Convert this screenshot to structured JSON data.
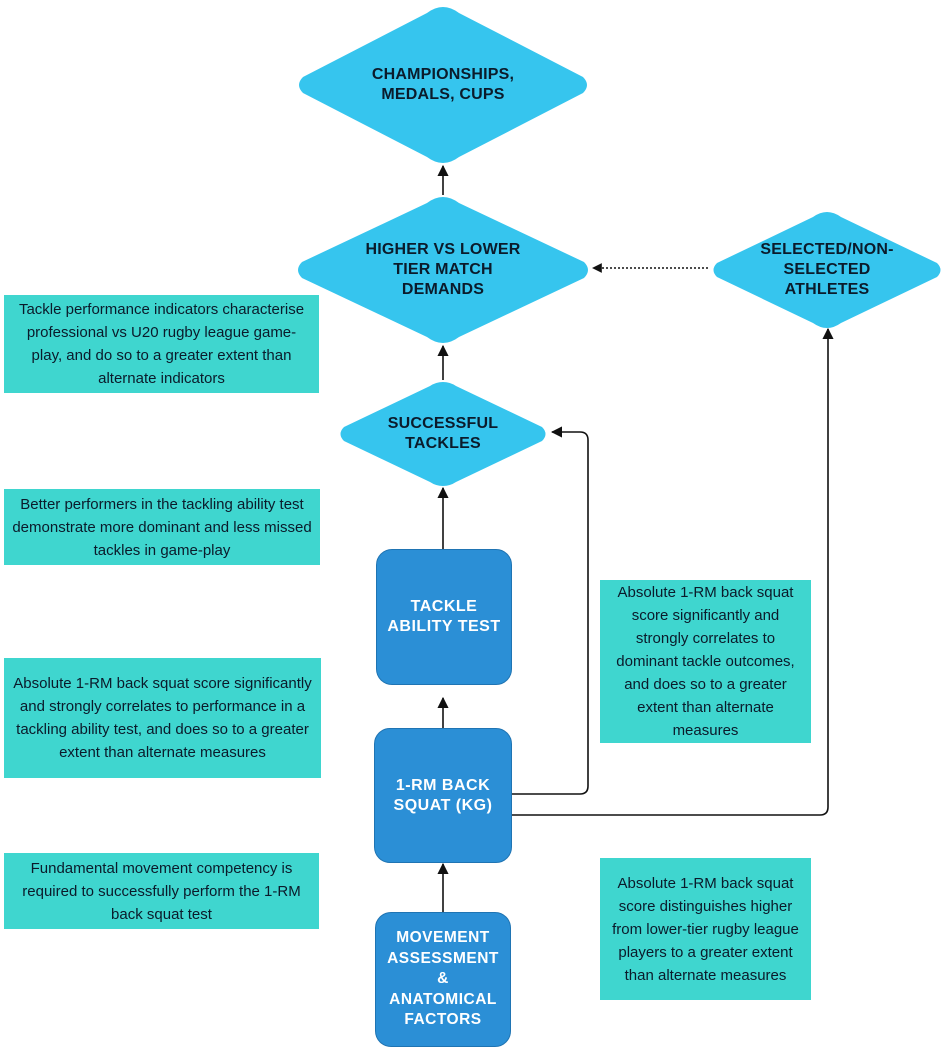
{
  "colors": {
    "diamond": "#36c5ee",
    "box": "#2b8fd6",
    "note": "#3fd6cf",
    "arrow": "#111111"
  },
  "diamonds": {
    "championships": "CHAMPIONSHIPS,\nMEDALS, CUPS",
    "match_demands": "HIGHER VS LOWER\nTIER MATCH\nDEMANDS",
    "selected": "SELECTED/NON-\nSELECTED\nATHLETES",
    "tackles": "SUCCESSFUL\nTACKLES"
  },
  "boxes": {
    "tackle_test": "TACKLE\nABILITY TEST",
    "back_squat": "1-RM BACK\nSQUAT (KG)",
    "movement": "MOVEMENT\nASSESSMENT\n&\nANATOMICAL\nFACTORS"
  },
  "notes": {
    "tackle_indicators": "Tackle performance indicators characterise professional vs U20 rugby league game-play, and do so to a greater extent than alternate indicators",
    "better_performers": "Better performers in the tackling ability test demonstrate more dominant and less missed tackles in game-play",
    "squat_tackle_test": "Absolute 1-RM back squat score significantly and strongly correlates to performance in a tackling ability test, and does so to a greater extent than alternate measures",
    "fundamental": "Fundamental movement competency is required to successfully perform the 1-RM back squat test",
    "squat_dominant": "Absolute 1-RM back squat score significantly and strongly correlates to dominant tackle outcomes, and does so to a greater extent than alternate measures",
    "squat_distinguishes": "Absolute 1-RM back squat score distinguishes higher from lower-tier rugby league players to a greater extent than alternate measures"
  }
}
